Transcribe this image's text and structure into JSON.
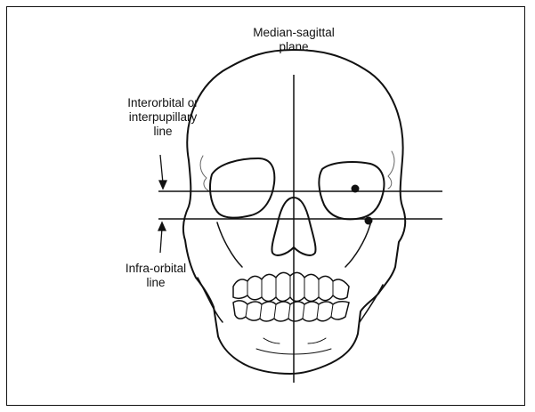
{
  "labels": {
    "midline": [
      "Median-sagittal",
      "plane"
    ],
    "interorbital": [
      "Interorbital or",
      "interpupillary",
      "line"
    ],
    "infraorbital": [
      "Infra-orbital",
      "line"
    ]
  }
}
